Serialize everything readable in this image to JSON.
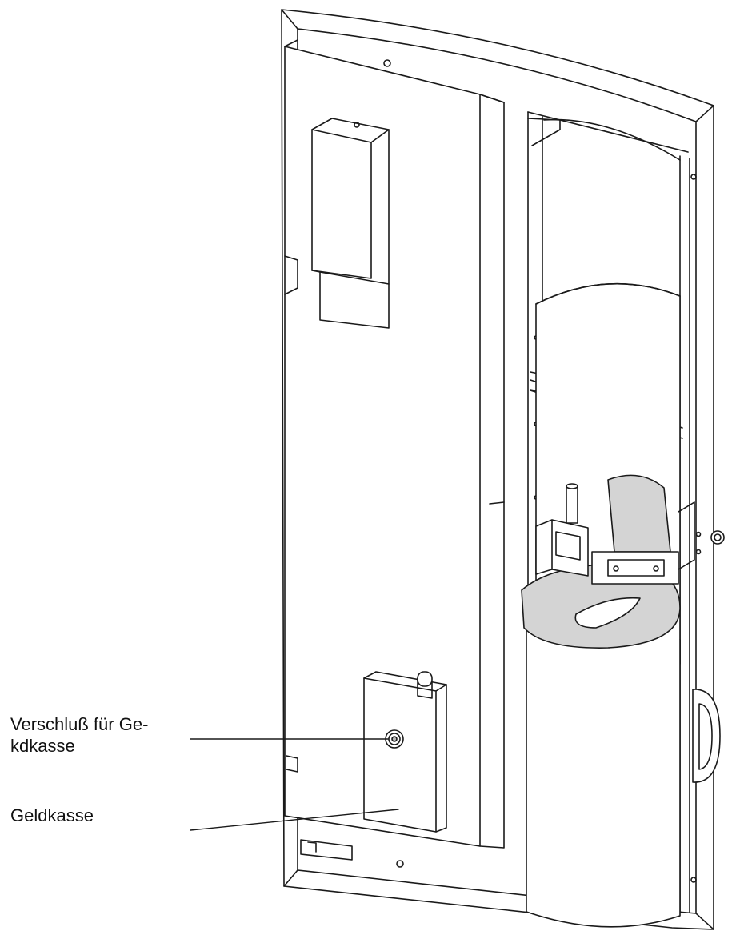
{
  "labels": {
    "lock_line1": "Verschluß für Ge-",
    "lock_line2": "kdkasse",
    "cashbox": "Geldkasse"
  },
  "colors": {
    "line": "#1a1a1a",
    "surface": "#ffffff",
    "shade": "#d4d4d4",
    "shade_dark": "#b8b8b8"
  }
}
